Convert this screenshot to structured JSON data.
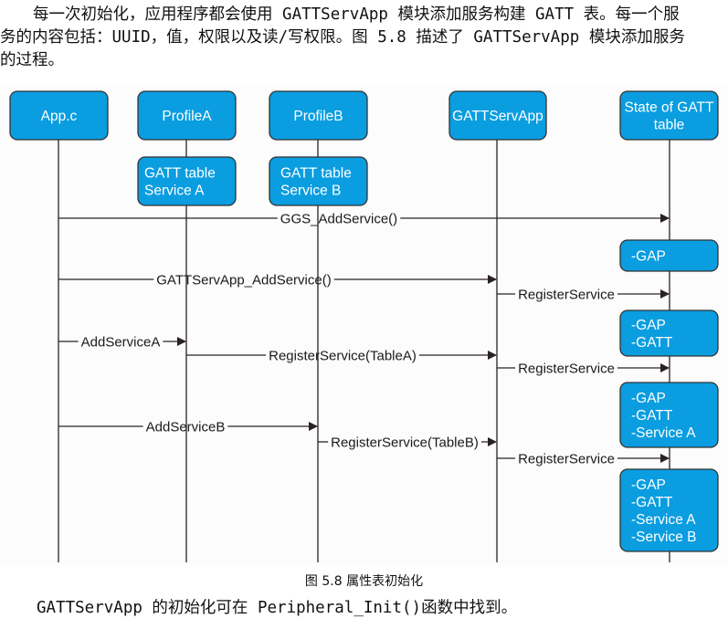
{
  "intro_paragraph": {
    "line1": "每一次初始化，应用程序都会使用 GATTServApp 模块添加服务构建 GATT 表。每一个服",
    "line2": "务的内容包括：UUID，值，权限以及读/写权限。图 5.8 描述了 GATTServApp 模块添加服务",
    "line3": "的过程。"
  },
  "diagram": {
    "colors": {
      "box_fill": "#0a9de0",
      "box_stroke": "#333333",
      "box_text": "#ffffff",
      "line": "#2a2222",
      "label": "#1a1a1a"
    },
    "participants": [
      {
        "id": "app",
        "lines": [
          "App.c"
        ]
      },
      {
        "id": "profileA",
        "lines": [
          "ProfileA"
        ]
      },
      {
        "id": "profileB",
        "lines": [
          "ProfileB"
        ]
      },
      {
        "id": "gattservapp",
        "lines": [
          "GATTServApp"
        ]
      },
      {
        "id": "gatt-state",
        "lines": [
          "State of GATT",
          "table"
        ]
      }
    ],
    "service_boxes": [
      {
        "id": "service-a",
        "lines": [
          "GATT table",
          "Service A"
        ]
      },
      {
        "id": "service-b",
        "lines": [
          "GATT table",
          "Service B"
        ]
      }
    ],
    "messages": [
      {
        "id": "ggs-addservice",
        "from": "app",
        "to": "gatt-state",
        "label": "GGS_AddService()"
      },
      {
        "id": "gattservapp-addservice",
        "from": "app",
        "to": "gattservapp",
        "label": "GATTServApp_AddService()"
      },
      {
        "id": "registerservice-1",
        "from": "gattservapp",
        "to": "gatt-state",
        "label": "RegisterService"
      },
      {
        "id": "addservicea",
        "from": "app",
        "to": "profileA",
        "label": "AddServiceA"
      },
      {
        "id": "registerservice-tablea",
        "from": "profileA",
        "to": "gattservapp",
        "label": "RegisterService(TableA)"
      },
      {
        "id": "registerservice-2",
        "from": "gattservapp",
        "to": "gatt-state",
        "label": "RegisterService"
      },
      {
        "id": "addserviceb",
        "from": "app",
        "to": "profileB",
        "label": "AddServiceB"
      },
      {
        "id": "registerservice-tableb",
        "from": "profileB",
        "to": "gattservapp",
        "label": "RegisterService(TableB)"
      },
      {
        "id": "registerservice-3",
        "from": "gattservapp",
        "to": "gatt-state",
        "label": "RegisterService"
      }
    ],
    "state_boxes": [
      {
        "id": "state-1",
        "lines": [
          "-GAP"
        ]
      },
      {
        "id": "state-2",
        "lines": [
          "-GAP",
          "-GATT"
        ]
      },
      {
        "id": "state-3",
        "lines": [
          "-GAP",
          "-GATT",
          "-Service A"
        ]
      },
      {
        "id": "state-4",
        "lines": [
          "-GAP",
          "-GATT",
          "-Service A",
          "-Service B"
        ]
      }
    ]
  },
  "caption": "图 5.8 属性表初始化",
  "closing_paragraph": "GATTServApp 的初始化可在 Peripheral_Init()函数中找到。"
}
